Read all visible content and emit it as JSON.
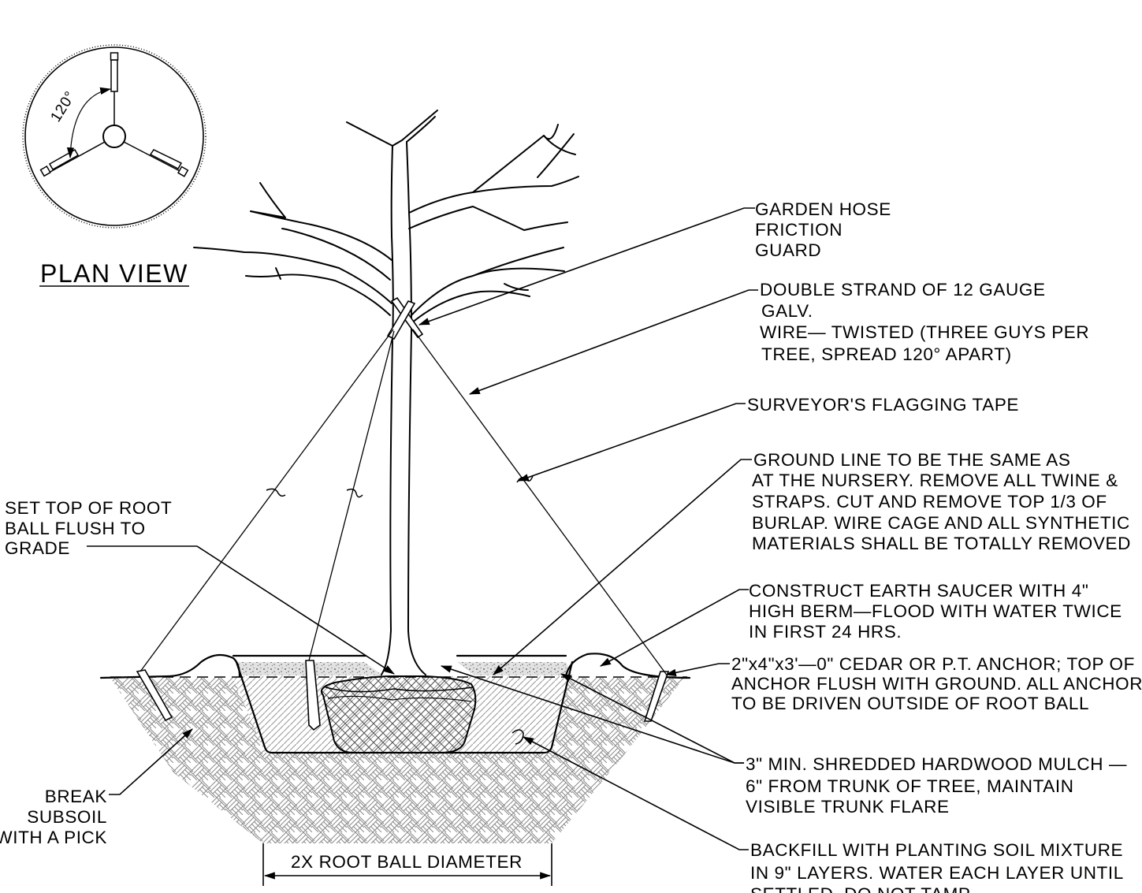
{
  "plan_view": {
    "title": "PLAN VIEW",
    "angle_label": "120°"
  },
  "callouts": [
    {
      "id": "garden-hose",
      "lines": [
        "GARDEN HOSE",
        "FRICTION",
        "GUARD"
      ]
    },
    {
      "id": "double-strand-wire",
      "lines": [
        "DOUBLE STRAND OF 12 GAUGE",
        "GALV.",
        "WIRE— TWISTED (THREE GUYS PER",
        "TREE, SPREAD 120° APART)"
      ]
    },
    {
      "id": "flagging-tape",
      "lines": [
        "SURVEYOR'S FLAGGING TAPE"
      ]
    },
    {
      "id": "ground-line",
      "lines": [
        "GROUND LINE TO BE THE SAME AS",
        "AT THE NURSERY. REMOVE ALL TWINE &",
        "STRAPS. CUT AND REMOVE TOP 1/3 OF",
        "BURLAP. WIRE CAGE AND ALL SYNTHETIC",
        "MATERIALS SHALL BE TOTALLY REMOVED"
      ]
    },
    {
      "id": "earth-saucer",
      "lines": [
        "CONSTRUCT EARTH SAUCER WITH 4\"",
        "HIGH BERM—FLOOD WITH WATER TWICE",
        "IN FIRST 24 HRS."
      ]
    },
    {
      "id": "anchor",
      "lines": [
        "2\"x4\"x3'—0\" CEDAR OR P.T. ANCHOR; TOP OF",
        "ANCHOR FLUSH WITH GROUND. ALL ANCHORS",
        "TO BE DRIVEN OUTSIDE OF ROOT BALL"
      ]
    },
    {
      "id": "mulch",
      "lines": [
        "3\" MIN. SHREDDED HARDWOOD MULCH —",
        "6\" FROM TRUNK OF TREE, MAINTAIN",
        "VISIBLE TRUNK FLARE"
      ]
    },
    {
      "id": "backfill",
      "lines": [
        "BACKFILL WITH PLANTING SOIL MIXTURE",
        "IN 9\" LAYERS.  WATER EACH LAYER UNTIL",
        "SETTLED. DO NOT TAMP."
      ]
    },
    {
      "id": "root-ball-top",
      "lines": [
        "SET TOP OF ROOT",
        "BALL FLUSH TO",
        "GRADE"
      ]
    },
    {
      "id": "break-subsoil",
      "lines": [
        "BREAK",
        "SUBSOIL",
        "WITH A PICK"
      ]
    }
  ],
  "dimension": {
    "label": "2X ROOT BALL DIAMETER"
  }
}
